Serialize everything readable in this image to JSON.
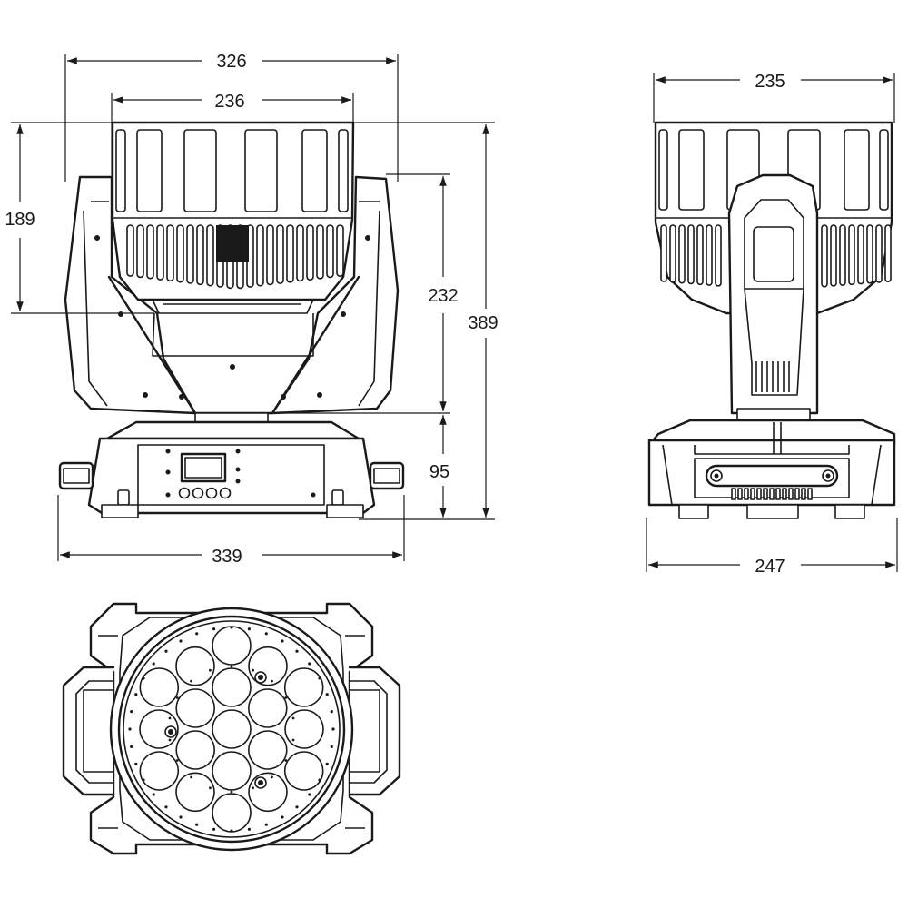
{
  "dimensions": {
    "front_housing_width": "326",
    "front_head_width": "236",
    "front_head_height": "189",
    "front_yoke_height": "232",
    "total_height": "389",
    "base_height": "95",
    "base_width_front": "339",
    "side_head_width": "235",
    "side_base_width": "247"
  },
  "led_count": 19
}
